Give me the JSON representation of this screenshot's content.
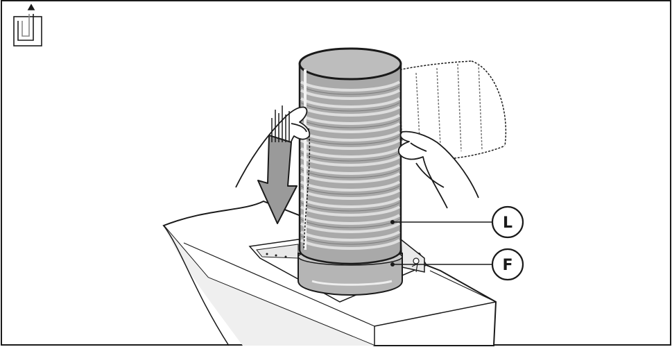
{
  "callouts": [
    {
      "id": "L",
      "label": "L"
    },
    {
      "id": "F",
      "label": "F"
    }
  ],
  "icons": {
    "corner_symbol": "ducted-exhaust-icon",
    "motion_arrow": "down-arrow-icon"
  },
  "colors": {
    "ink": "#1a1a1a",
    "duct_fill": "#a9a9a9",
    "duct_rib_light": "#dedede",
    "ring_fill": "#b5b5b5",
    "arrow_fill": "#9a9a9a"
  }
}
